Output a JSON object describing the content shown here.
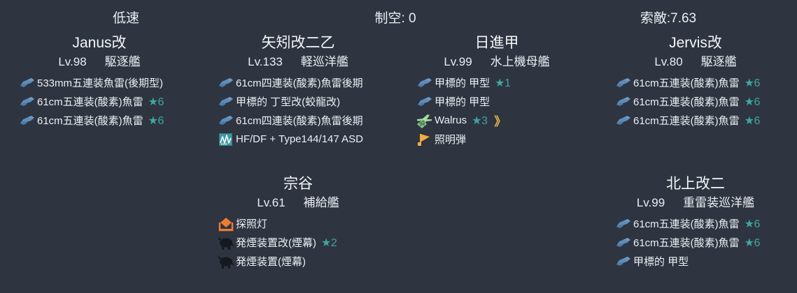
{
  "panel": {
    "background_color": "#2e3440",
    "text_color": "#eceff4",
    "star_color": "#3fa7a0",
    "chevron_color": "#e8b93c"
  },
  "stats": {
    "speed": "低速",
    "air_power": "制空: 0",
    "los": "索敵:7.63"
  },
  "ships": [
    {
      "name": "Janus改",
      "level": "Lv.98",
      "class": "駆逐艦",
      "equipment": [
        {
          "icon": "torpedo-icon",
          "name": "533mm五連装魚雷(後期型)",
          "star": "",
          "chevron": ""
        },
        {
          "icon": "torpedo-icon",
          "name": "61cm五連装(酸素)魚雷",
          "star": "★6",
          "chevron": ""
        },
        {
          "icon": "torpedo-icon",
          "name": "61cm五連装(酸素)魚雷",
          "star": "★6",
          "chevron": ""
        }
      ]
    },
    {
      "name": "矢矧改二乙",
      "level": "Lv.133",
      "class": "軽巡洋艦",
      "equipment": [
        {
          "icon": "torpedo-icon",
          "name": "61cm四連装(酸素)魚雷後期",
          "star": "",
          "chevron": ""
        },
        {
          "icon": "torpedo-icon",
          "name": "甲標的 丁型改(蛟龍改)",
          "star": "",
          "chevron": ""
        },
        {
          "icon": "torpedo-icon",
          "name": "61cm四連装(酸素)魚雷後期",
          "star": "",
          "chevron": ""
        },
        {
          "icon": "sonar-icon",
          "name": "HF/DF + Type144/147 ASD",
          "star": "",
          "chevron": ""
        }
      ]
    },
    {
      "name": "日進甲",
      "level": "Lv.99",
      "class": "水上機母艦",
      "equipment": [
        {
          "icon": "torpedo-icon",
          "name": "甲標的 甲型",
          "star": "★1",
          "chevron": ""
        },
        {
          "icon": "torpedo-icon",
          "name": "甲標的 甲型",
          "star": "",
          "chevron": ""
        },
        {
          "icon": "seaplane-recon-icon",
          "name": "Walrus",
          "star": "★3",
          "chevron": "》"
        },
        {
          "icon": "star-shell-icon",
          "name": "照明弾",
          "star": "",
          "chevron": ""
        }
      ]
    },
    {
      "name": "Jervis改",
      "level": "Lv.80",
      "class": "駆逐艦",
      "equipment": [
        {
          "icon": "torpedo-icon",
          "name": "61cm五連装(酸素)魚雷",
          "star": "★6",
          "chevron": ""
        },
        {
          "icon": "torpedo-icon",
          "name": "61cm五連装(酸素)魚雷",
          "star": "★6",
          "chevron": ""
        },
        {
          "icon": "torpedo-icon",
          "name": "61cm五連装(酸素)魚雷",
          "star": "★6",
          "chevron": ""
        }
      ]
    },
    {
      "name": "宗谷",
      "level": "Lv.61",
      "class": "補給艦",
      "equipment": [
        {
          "icon": "searchlight-icon",
          "name": "探照灯",
          "star": "",
          "chevron": ""
        },
        {
          "icon": "smoke-generator-icon",
          "name": "発煙装置改(煙幕)",
          "star": "★2",
          "chevron": ""
        },
        {
          "icon": "smoke-generator-icon",
          "name": "発煙装置(煙幕)",
          "star": "",
          "chevron": ""
        }
      ]
    },
    {
      "name": "北上改二",
      "level": "Lv.99",
      "class": "重雷装巡洋艦",
      "equipment": [
        {
          "icon": "torpedo-icon",
          "name": "61cm五連装(酸素)魚雷",
          "star": "★6",
          "chevron": ""
        },
        {
          "icon": "torpedo-icon",
          "name": "61cm五連装(酸素)魚雷",
          "star": "★6",
          "chevron": ""
        },
        {
          "icon": "torpedo-icon",
          "name": "甲標的 甲型",
          "star": "",
          "chevron": ""
        }
      ]
    }
  ]
}
